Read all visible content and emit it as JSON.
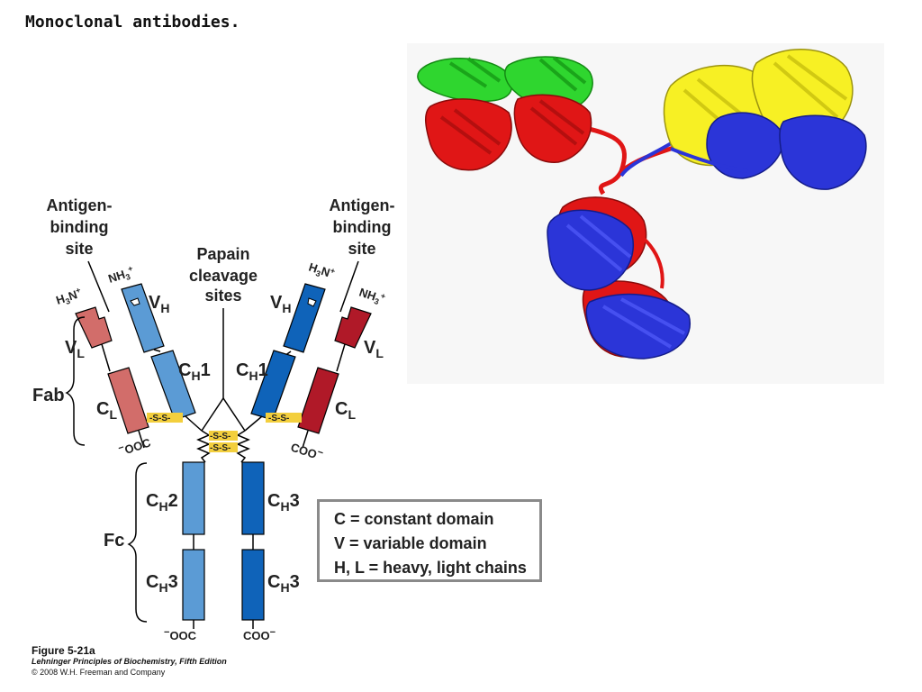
{
  "title": "Monoclonal antibodies.",
  "labels": {
    "antigen_left": [
      "Antigen-",
      "binding",
      "site"
    ],
    "antigen_right": [
      "Antigen-",
      "binding",
      "site"
    ],
    "papain": [
      "Papain",
      "cleavage",
      "sites"
    ],
    "fab": "Fab",
    "fc": "Fc",
    "disulfide": "-S-S-",
    "h3n": "H",
    "n_plus": "N",
    "nh3": "NH",
    "ooc": "OOC",
    "coo": "COO",
    "vl_main": "V",
    "vl_sub": "L",
    "vh_main": "V",
    "vh_sub": "H",
    "cl_main": "C",
    "cl_sub": "L",
    "ch1_main": "C",
    "ch1_sub": "H",
    "ch1_num": "1",
    "ch2_main": "C",
    "ch2_sub": "H",
    "ch2_num": "2",
    "ch3_main": "C",
    "ch3_sub": "H",
    "ch3_num": "3",
    "minus": "−",
    "plus": "+",
    "three": "3"
  },
  "legend": [
    "C = constant domain",
    "V = variable domain",
    "H, L = heavy, light chains"
  ],
  "caption": {
    "figure": "Figure 5-21a",
    "book": "Lehninger Principles of Biochemistry, Fifth Edition",
    "copyright": "© 2008 W.H. Freeman and Company"
  },
  "colors": {
    "light_red": "#d26d6a",
    "dark_red": "#b01928",
    "light_blue": "#5b9bd5",
    "dark_blue": "#0f63b9",
    "disulfide": "#f3cf3d",
    "protein_green": "#2fd62f",
    "protein_red": "#e01616",
    "protein_yellow": "#f7f024",
    "protein_blue": "#2b35d8"
  }
}
